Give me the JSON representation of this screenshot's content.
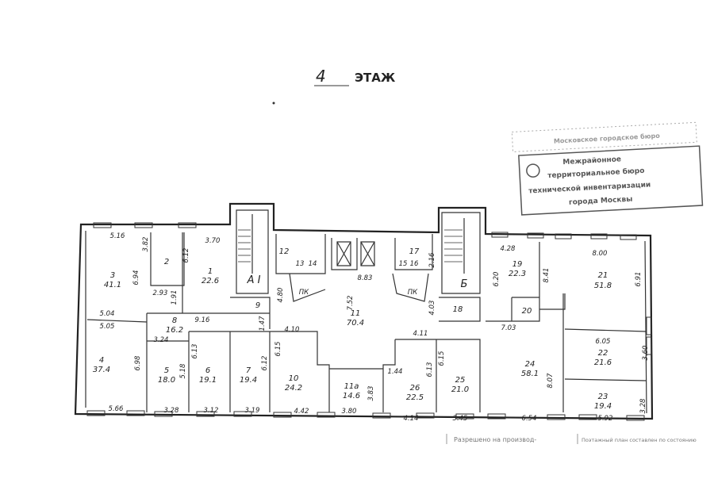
{
  "title": {
    "floor_number": "4",
    "label": "ЭТАЖ"
  },
  "stamp": {
    "header": "Московское городское бюро",
    "lines": [
      "Межрайонное",
      "территориальное бюро",
      "технической инвентаризации",
      "города Москвы"
    ]
  },
  "stairs": [
    {
      "label": "А I"
    },
    {
      "label": "Б"
    }
  ],
  "rooms": [
    {
      "number": "1",
      "area": "22.6"
    },
    {
      "number": "2",
      "area": ""
    },
    {
      "number": "3",
      "area": "41.1"
    },
    {
      "number": "4",
      "area": "37.4"
    },
    {
      "number": "5",
      "area": "18.0"
    },
    {
      "number": "6",
      "area": "19.1"
    },
    {
      "number": "7",
      "area": "19.4"
    },
    {
      "number": "8",
      "area": "16.2"
    },
    {
      "number": "9",
      "area": ""
    },
    {
      "number": "10",
      "area": "24.2"
    },
    {
      "number": "11",
      "area": "70.4"
    },
    {
      "number": "11а",
      "area": "14.6"
    },
    {
      "number": "12",
      "area": ""
    },
    {
      "number": "17",
      "area": ""
    },
    {
      "number": "18",
      "area": ""
    },
    {
      "number": "19",
      "area": "22.3"
    },
    {
      "number": "20",
      "area": ""
    },
    {
      "number": "21",
      "area": "51.8"
    },
    {
      "number": "22",
      "area": "21.6"
    },
    {
      "number": "23",
      "area": "19.4"
    },
    {
      "number": "24",
      "area": "58.1"
    },
    {
      "number": "25",
      "area": "21.0"
    },
    {
      "number": "26",
      "area": "22.5"
    },
    {
      "number": "ПК",
      "area": ""
    },
    {
      "number": "ПК",
      "area": ""
    },
    {
      "number": "13",
      "area": ""
    },
    {
      "number": "14",
      "area": ""
    },
    {
      "number": "15",
      "area": ""
    },
    {
      "number": "16",
      "area": ""
    }
  ],
  "dimensions": [
    "5.16",
    "3.82",
    "6.94",
    "6.12",
    "3.70",
    "2.93",
    "1.91",
    "5.04",
    "5.05",
    "9.16",
    "3.24",
    "6.98",
    "5.18",
    "6.13",
    "6.12",
    "6.15",
    "4.10",
    "5.66",
    "3.28",
    "3.12",
    "3.19",
    "4.42",
    "3.80",
    "3.83",
    "7.52",
    "8.83",
    "4.80",
    "1.47",
    "2.16",
    "4.03",
    "4.28",
    "6.20",
    "7.03",
    "8.41",
    "8.00",
    "6.91",
    "4.11",
    "1.44",
    "6.13",
    "6.15",
    "8.07",
    "6.05",
    "3.60",
    "3.28",
    "5.92",
    "6.54",
    "3.45",
    "4.14"
  ],
  "footer": {
    "left": "Разрешено на производ-",
    "right": "Поэтажный план составлен по состоянию"
  }
}
